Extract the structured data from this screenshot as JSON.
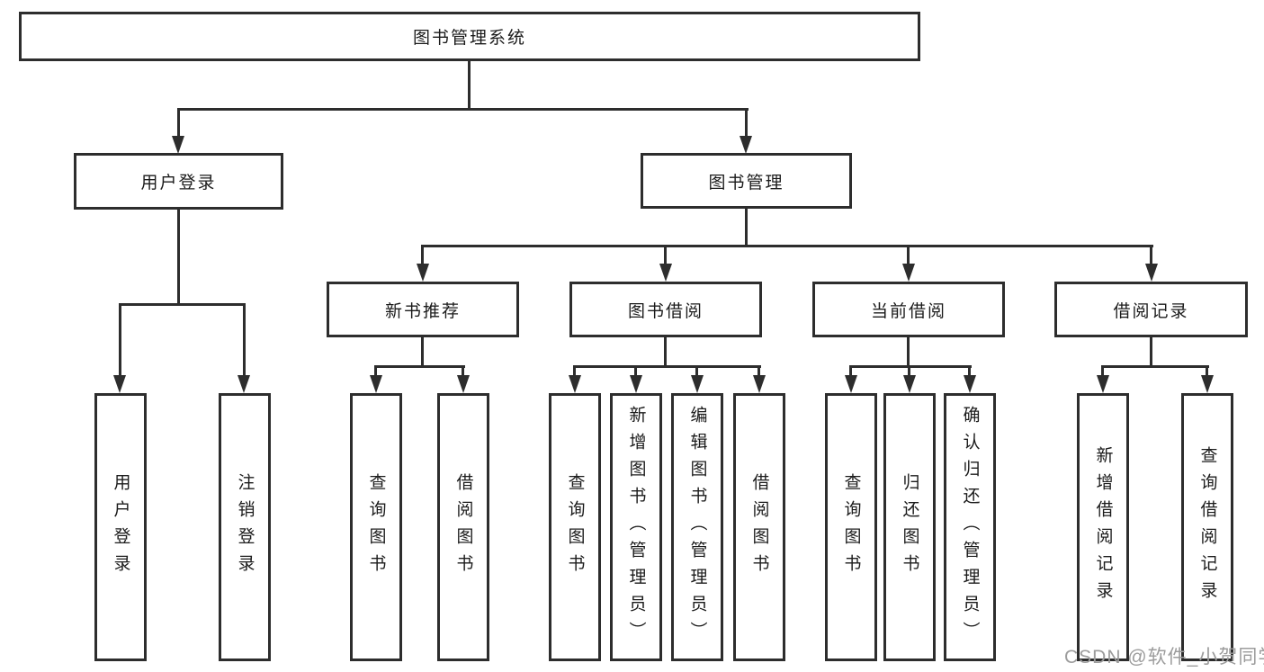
{
  "colors": {
    "line": "#2d2d2d",
    "node_text": "#1b1b1b",
    "watermark_text": "#9c9c9c",
    "background": "#ffffff"
  },
  "watermark": {
    "text": "CSDN @软件_小贺同学"
  },
  "tree": {
    "label": "图书管理系统",
    "children": [
      {
        "label": "用户登录",
        "children": [
          {
            "label": "用户登录"
          },
          {
            "label": "注销登录"
          }
        ]
      },
      {
        "label": "图书管理",
        "children": [
          {
            "label": "新书推荐",
            "children": [
              {
                "label": "查询图书"
              },
              {
                "label": "借阅图书"
              }
            ]
          },
          {
            "label": "图书借阅",
            "children": [
              {
                "label": "查询图书"
              },
              {
                "label": "新增图书（管理员）"
              },
              {
                "label": "编辑图书（管理员）"
              },
              {
                "label": "借阅图书"
              }
            ]
          },
          {
            "label": "当前借阅",
            "children": [
              {
                "label": "查询图书"
              },
              {
                "label": "归还图书"
              },
              {
                "label": "确认归还（管理员）"
              }
            ]
          },
          {
            "label": "借阅记录",
            "children": [
              {
                "label": "新增借阅记录"
              },
              {
                "label": "查询借阅记录"
              }
            ]
          }
        ]
      }
    ]
  }
}
